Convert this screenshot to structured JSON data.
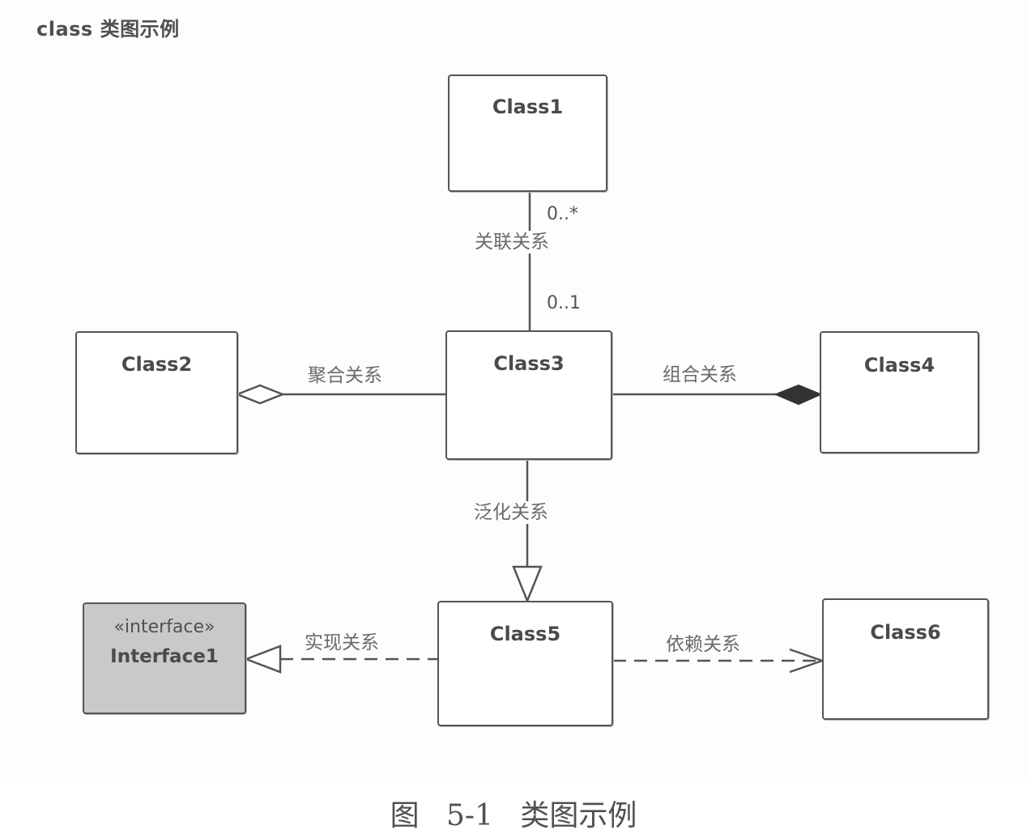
{
  "frame_label": "class 类图示例",
  "classes": {
    "class1": "Class1",
    "class2": "Class2",
    "class3": "Class3",
    "class4": "Class4",
    "class5": "Class5",
    "class6": "Class6"
  },
  "interface": {
    "stereotype": "«interface»",
    "name": "Interface1"
  },
  "relations": {
    "association": "关联关系",
    "aggregation": "聚合关系",
    "composition": "组合关系",
    "generalization": "泛化关系",
    "realization": "实现关系",
    "dependency": "依赖关系"
  },
  "multiplicity": {
    "class1_end": "0..*",
    "class3_end": "0..1"
  },
  "caption": "图 5-1 类图示例",
  "colors": {
    "line": "#555555",
    "interface_fill": "#c9c9c9",
    "box_fill": "#ffffff"
  }
}
